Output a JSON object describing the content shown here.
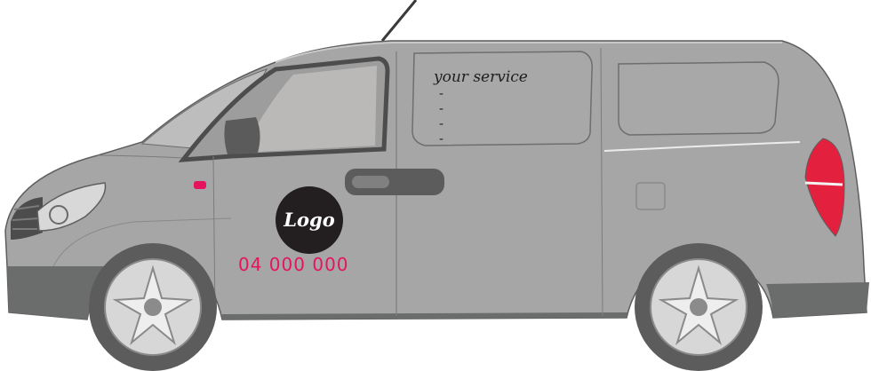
{
  "van": {
    "body_color": "#a6a6a6",
    "accent_color": "#e4145f",
    "logo_circle_color": "#231f20",
    "tail_light_color": "#e4203f"
  },
  "signage": {
    "service_title": "your service",
    "service_bullets": [
      "-",
      "-",
      "-",
      "-"
    ],
    "logo_text": "Logo",
    "phone": "04 000 000"
  }
}
